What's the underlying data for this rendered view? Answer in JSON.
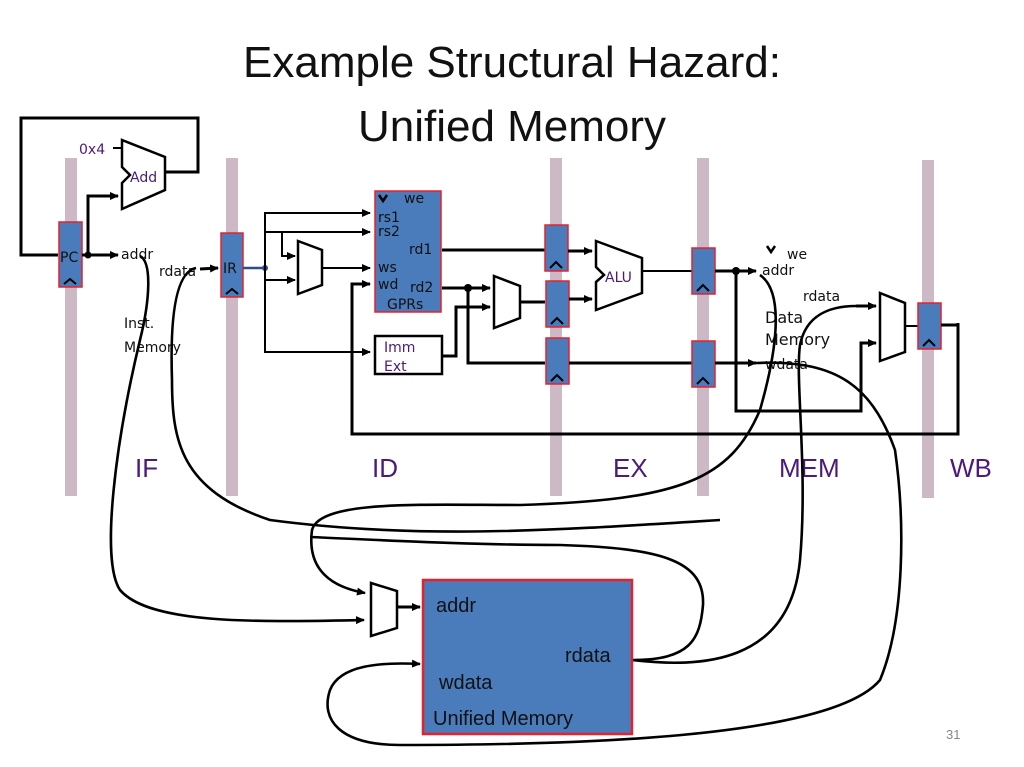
{
  "slide": {
    "title_line1": "Example Structural Hazard:",
    "title_line2": "Unified Memory",
    "page_number": "31"
  },
  "stages": [
    "IF",
    "ID",
    "EX",
    "MEM",
    "WB"
  ],
  "fetch": {
    "const_label": "0x4",
    "adder_label": "Add",
    "pc_label": "PC",
    "addr_label": "addr",
    "rdata_label": "rdata",
    "ir_label": "IR",
    "inst_mem_line1": "Inst.",
    "inst_mem_line2": "Memory"
  },
  "decode": {
    "we_label": "we",
    "rs1_label": "rs1",
    "rs2_label": "rs2",
    "rd1_label": "rd1",
    "ws_label": "ws",
    "wd_label": "wd",
    "rd2_label": "rd2",
    "gprs_label": "GPRs",
    "imm_line1": "Imm",
    "imm_line2": "Ext"
  },
  "execute": {
    "alu_label": "ALU"
  },
  "memory": {
    "we_label": "we",
    "addr_label": "addr",
    "rdata_label": "rdata",
    "data_mem_line1": "Data",
    "data_mem_line2": "Memory",
    "wdata_label": "wdata"
  },
  "unified_memory": {
    "addr_label": "addr",
    "rdata_label": "rdata",
    "wdata_label": "wdata",
    "name": "Unified Memory"
  },
  "colors": {
    "register_fill": "#4a7bbb",
    "register_border": "#e8202a",
    "pipeline_bar": "#cdb9c6",
    "stage_label": "#4b1a7a"
  }
}
